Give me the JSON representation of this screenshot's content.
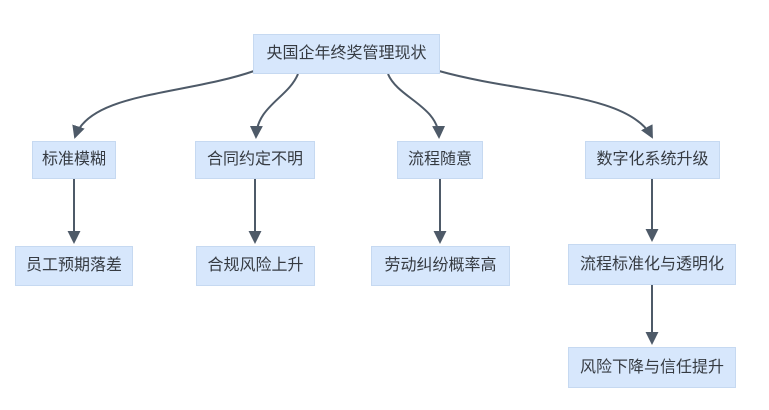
{
  "nodes": {
    "root": "央国企年终奖管理现状",
    "cause1": "标准模糊",
    "cause2": "合同约定不明",
    "cause3": "流程随意",
    "cause4": "数字化系统升级",
    "effect1": "员工预期落差",
    "effect2": "合规风险上升",
    "effect3": "劳动纠纷概率高",
    "effect4": "流程标准化与透明化",
    "effect5": "风险下降与信任提升"
  },
  "edges": [
    {
      "from": "root",
      "to": "cause1"
    },
    {
      "from": "root",
      "to": "cause2"
    },
    {
      "from": "root",
      "to": "cause3"
    },
    {
      "from": "root",
      "to": "cause4"
    },
    {
      "from": "cause1",
      "to": "effect1"
    },
    {
      "from": "cause2",
      "to": "effect2"
    },
    {
      "from": "cause3",
      "to": "effect3"
    },
    {
      "from": "cause4",
      "to": "effect4"
    },
    {
      "from": "effect4",
      "to": "effect5"
    }
  ],
  "colors": {
    "node_fill": "#d7e7fc",
    "node_border": "#c6d9f1",
    "arrow": "#4e5a68",
    "text": "#363b42",
    "canvas_bg": "#ffffff"
  }
}
